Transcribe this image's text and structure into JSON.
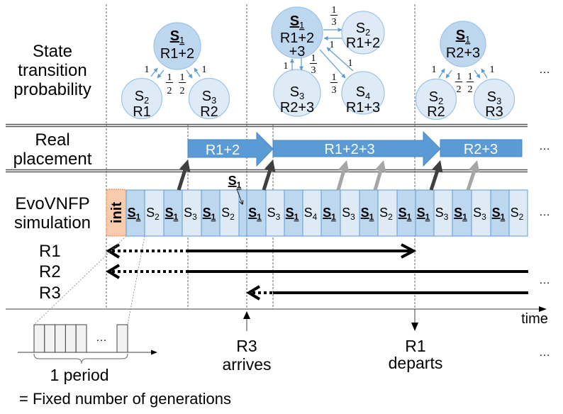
{
  "row_labels": {
    "state_transition": [
      "State",
      "transition",
      "probability"
    ],
    "real_placement": [
      "Real",
      "placement"
    ],
    "simulation": [
      "EvoVNFP",
      "simulation"
    ]
  },
  "state_diagrams": [
    {
      "states": [
        {
          "s": "S",
          "i": "1",
          "placement_lines": [
            "R1+2"
          ],
          "selected": true
        },
        {
          "s": "S",
          "i": "2",
          "placement_lines": [
            "R1"
          ],
          "selected": false
        },
        {
          "s": "S",
          "i": "3",
          "placement_lines": [
            "R2"
          ],
          "selected": false
        }
      ],
      "transitions": [
        {
          "from": "S2",
          "to": "S1",
          "num": "1",
          "den": null
        },
        {
          "from": "S1",
          "to": "S2",
          "num": "1",
          "den": "2"
        },
        {
          "from": "S1",
          "to": "S3",
          "num": "1",
          "den": "2"
        },
        {
          "from": "S3",
          "to": "S1",
          "num": "1",
          "den": null
        }
      ]
    },
    {
      "states": [
        {
          "s": "S",
          "i": "1",
          "placement_lines": [
            "R1+2",
            "+3"
          ],
          "selected": true
        },
        {
          "s": "S",
          "i": "2",
          "placement_lines": [
            "R1+2"
          ],
          "selected": false
        },
        {
          "s": "S",
          "i": "3",
          "placement_lines": [
            "R2+3"
          ],
          "selected": false
        },
        {
          "s": "S",
          "i": "4",
          "placement_lines": [
            "R1+3"
          ],
          "selected": false
        }
      ],
      "transitions": [
        {
          "from": "S1",
          "to": "S2",
          "num": "1",
          "den": "3"
        },
        {
          "from": "S2",
          "to": "S1",
          "num": "1",
          "den": null
        },
        {
          "from": "S1",
          "to": "S3",
          "num": "1",
          "den": "3"
        },
        {
          "from": "S3",
          "to": "S1",
          "num": "1",
          "den": null
        },
        {
          "from": "S1",
          "to": "S4",
          "num": "1",
          "den": "3"
        },
        {
          "from": "S4",
          "to": "S1",
          "num": "1",
          "den": null
        }
      ]
    },
    {
      "states": [
        {
          "s": "S",
          "i": "1",
          "placement_lines": [
            "R2+3"
          ],
          "selected": true
        },
        {
          "s": "S",
          "i": "2",
          "placement_lines": [
            "R2"
          ],
          "selected": false
        },
        {
          "s": "S",
          "i": "3",
          "placement_lines": [
            "R3"
          ],
          "selected": false
        }
      ],
      "transitions": [
        {
          "from": "S2",
          "to": "S1",
          "num": "1",
          "den": null
        },
        {
          "from": "S1",
          "to": "S2",
          "num": "1",
          "den": "2"
        },
        {
          "from": "S1",
          "to": "S3",
          "num": "1",
          "den": "2"
        },
        {
          "from": "S3",
          "to": "S1",
          "num": "1",
          "den": null
        }
      ]
    }
  ],
  "real_placement": [
    {
      "label": "R1+2"
    },
    {
      "label": "R1+2+3"
    },
    {
      "label": "R2+3"
    }
  ],
  "simulation": {
    "init_label": "init",
    "pointer_label": {
      "s": "S",
      "i": "1"
    },
    "generations": [
      {
        "s": "S",
        "i": "1",
        "selected": true
      },
      {
        "s": "S",
        "i": "2",
        "selected": false
      },
      {
        "s": "S",
        "i": "1",
        "selected": true
      },
      {
        "s": "S",
        "i": "3",
        "selected": false
      },
      {
        "s": "S",
        "i": "1",
        "selected": true
      },
      {
        "s": "S",
        "i": "2",
        "selected": false
      },
      {
        "s": "",
        "i": "",
        "selected": true
      },
      {
        "s": "S",
        "i": "1",
        "selected": true
      },
      {
        "s": "S",
        "i": "3",
        "selected": false
      },
      {
        "s": "S",
        "i": "1",
        "selected": true
      },
      {
        "s": "S",
        "i": "4",
        "selected": false
      },
      {
        "s": "S",
        "i": "1",
        "selected": true
      },
      {
        "s": "S",
        "i": "3",
        "selected": false
      },
      {
        "s": "S",
        "i": "1",
        "selected": true
      },
      {
        "s": "S",
        "i": "2",
        "selected": false
      },
      {
        "s": "S",
        "i": "1",
        "selected": true
      },
      {
        "s": "S",
        "i": "1",
        "selected": true
      },
      {
        "s": "S",
        "i": "3",
        "selected": false
      },
      {
        "s": "S",
        "i": "1",
        "selected": true
      },
      {
        "s": "S",
        "i": "3",
        "selected": false
      },
      {
        "s": "S",
        "i": "1",
        "selected": true
      },
      {
        "s": "S",
        "i": "2",
        "selected": false
      }
    ],
    "placement_updates": [
      "applied",
      "applied",
      "skipped",
      "skipped",
      "applied",
      "skipped"
    ]
  },
  "requests": [
    "R1",
    "R2",
    "R3"
  ],
  "timeline": {
    "axis_label": "time",
    "events": [
      {
        "request": "R3",
        "action": "arrives"
      },
      {
        "request": "R1",
        "action": "departs"
      }
    ]
  },
  "inset": {
    "ellipsis": "…",
    "period_label": "1 period",
    "period_definition": "= Fixed number of generations"
  },
  "ellipsis": "…",
  "colors": {
    "selected_state_fill": "#BDD7EE",
    "other_state_fill": "#DEEBF7",
    "cell_border": "#5B9BD5",
    "transition_arrow": "#5B9BD5",
    "placement_arrow": "#5B9BD5",
    "init_fill": "#F8CBAD",
    "applied_update_arrow": "#404040",
    "skipped_update_arrow": "#A6A6A6"
  }
}
